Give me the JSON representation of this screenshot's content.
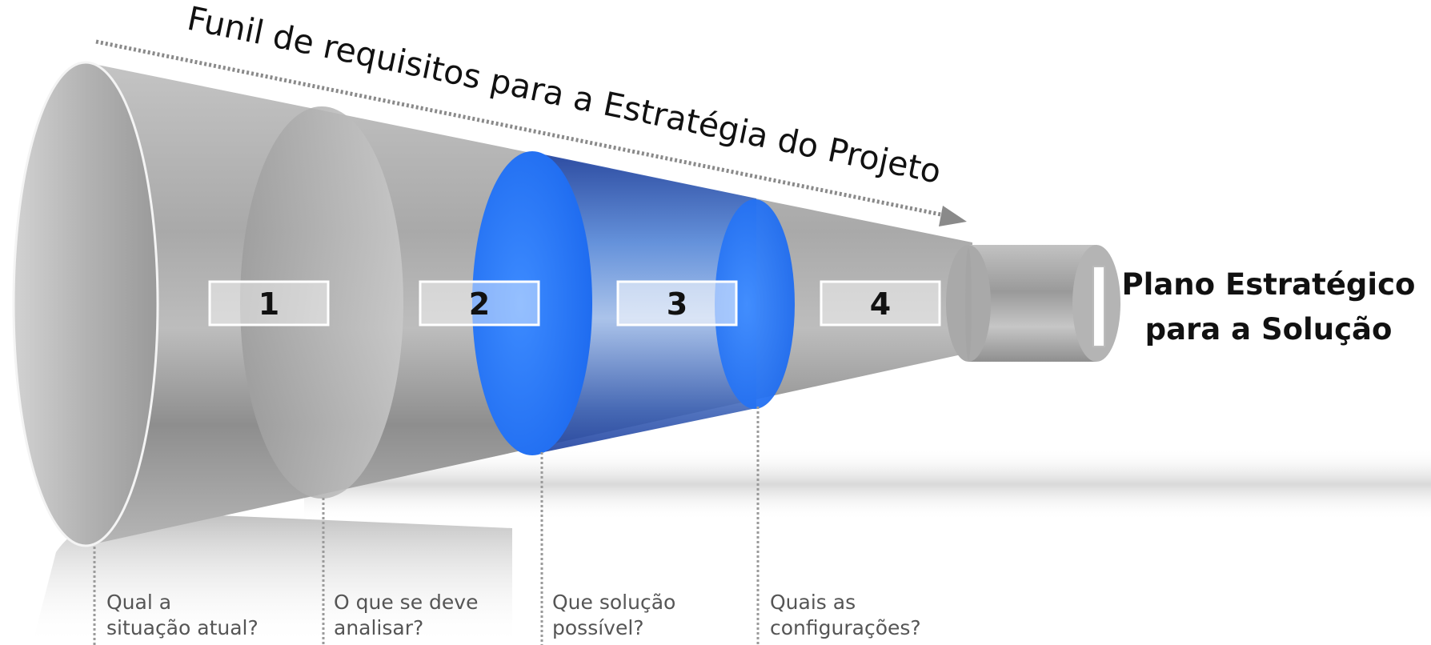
{
  "diagram": {
    "title": "Funil de requisitos para a Estratégia do Projeto",
    "stages": [
      {
        "number": "1",
        "question_line1": "Qual a",
        "question_line2": "situação atual?"
      },
      {
        "number": "2",
        "question_line1": "O que se deve",
        "question_line2": "analisar?"
      },
      {
        "number": "3",
        "question_line1": "Que solução",
        "question_line2": "possível?"
      },
      {
        "number": "4",
        "question_line1": "Quais as",
        "question_line2": "configurações?"
      }
    ],
    "outcome_line1": "Plano Estratégico",
    "outcome_line2": "para a Solução",
    "colors": {
      "funnel_gray": "#b0b0b0",
      "highlight_blue": "#2f7bff",
      "dark_blue": "#1a3fa8"
    }
  }
}
